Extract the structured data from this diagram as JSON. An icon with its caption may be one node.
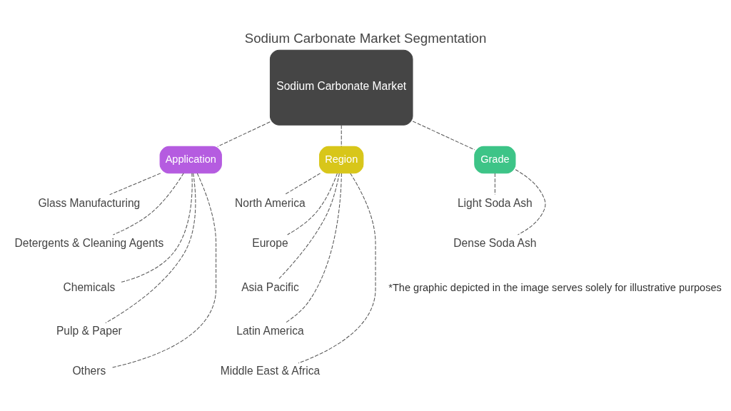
{
  "diagram": {
    "title": "Sodium Carbonate Market Segmentation",
    "nodes": [
      {
        "text": [
          "Sodium Carbonate Market"
        ]
      },
      {
        "text": [
          "Application"
        ]
      },
      {
        "text": [
          "Glass Manufacturing"
        ]
      },
      {
        "text": [
          "Detergents & Cleaning Agents"
        ]
      },
      {
        "text": [
          "Chemicals"
        ]
      },
      {
        "text": [
          "Pulp & Paper"
        ]
      },
      {
        "text": [
          "Others"
        ]
      },
      {
        "text": [
          "Region"
        ]
      },
      {
        "text": [
          "North America"
        ]
      },
      {
        "text": [
          "Europe"
        ]
      },
      {
        "text": [
          "Asia Pacific"
        ]
      },
      {
        "text": [
          "Latin America"
        ]
      },
      {
        "text": [
          "Middle East & Africa"
        ]
      },
      {
        "text": [
          "Grade"
        ]
      },
      {
        "text": [
          "Light Soda Ash"
        ]
      },
      {
        "text": [
          "Dense Soda Ash"
        ]
      }
    ],
    "edges": [
      {
        "from": 0,
        "to": 1,
        "arrow": "none",
        "style": "dashed"
      },
      {
        "from": 0,
        "to": 7,
        "arrow": "none",
        "style": "dashed"
      },
      {
        "from": 0,
        "to": 13,
        "arrow": "none",
        "style": "dashed"
      },
      {
        "from": 1,
        "to": 2,
        "arrow": "none",
        "style": "dashed"
      },
      {
        "from": 1,
        "to": 3,
        "arrow": "none",
        "style": "dashed"
      },
      {
        "from": 1,
        "to": 4,
        "arrow": "none",
        "style": "dashed"
      },
      {
        "from": 1,
        "to": 5,
        "arrow": "none",
        "style": "dashed"
      },
      {
        "from": 1,
        "to": 6,
        "arrow": "none",
        "style": "dashed"
      },
      {
        "from": 7,
        "to": 8,
        "arrow": "none",
        "style": "dashed"
      },
      {
        "from": 7,
        "to": 9,
        "arrow": "none",
        "style": "dashed"
      },
      {
        "from": 7,
        "to": 10,
        "arrow": "none",
        "style": "dashed"
      },
      {
        "from": 7,
        "to": 11,
        "arrow": "none",
        "style": "dashed"
      },
      {
        "from": 7,
        "to": 12,
        "arrow": "none",
        "style": "dashed"
      },
      {
        "from": 13,
        "to": 14,
        "arrow": "none",
        "style": "dashed"
      },
      {
        "from": 13,
        "to": 15,
        "arrow": "none",
        "style": "dashed"
      }
    ],
    "labels": [
      "*The graphic depicted in the image serves solely for illustrative purposes"
    ]
  }
}
